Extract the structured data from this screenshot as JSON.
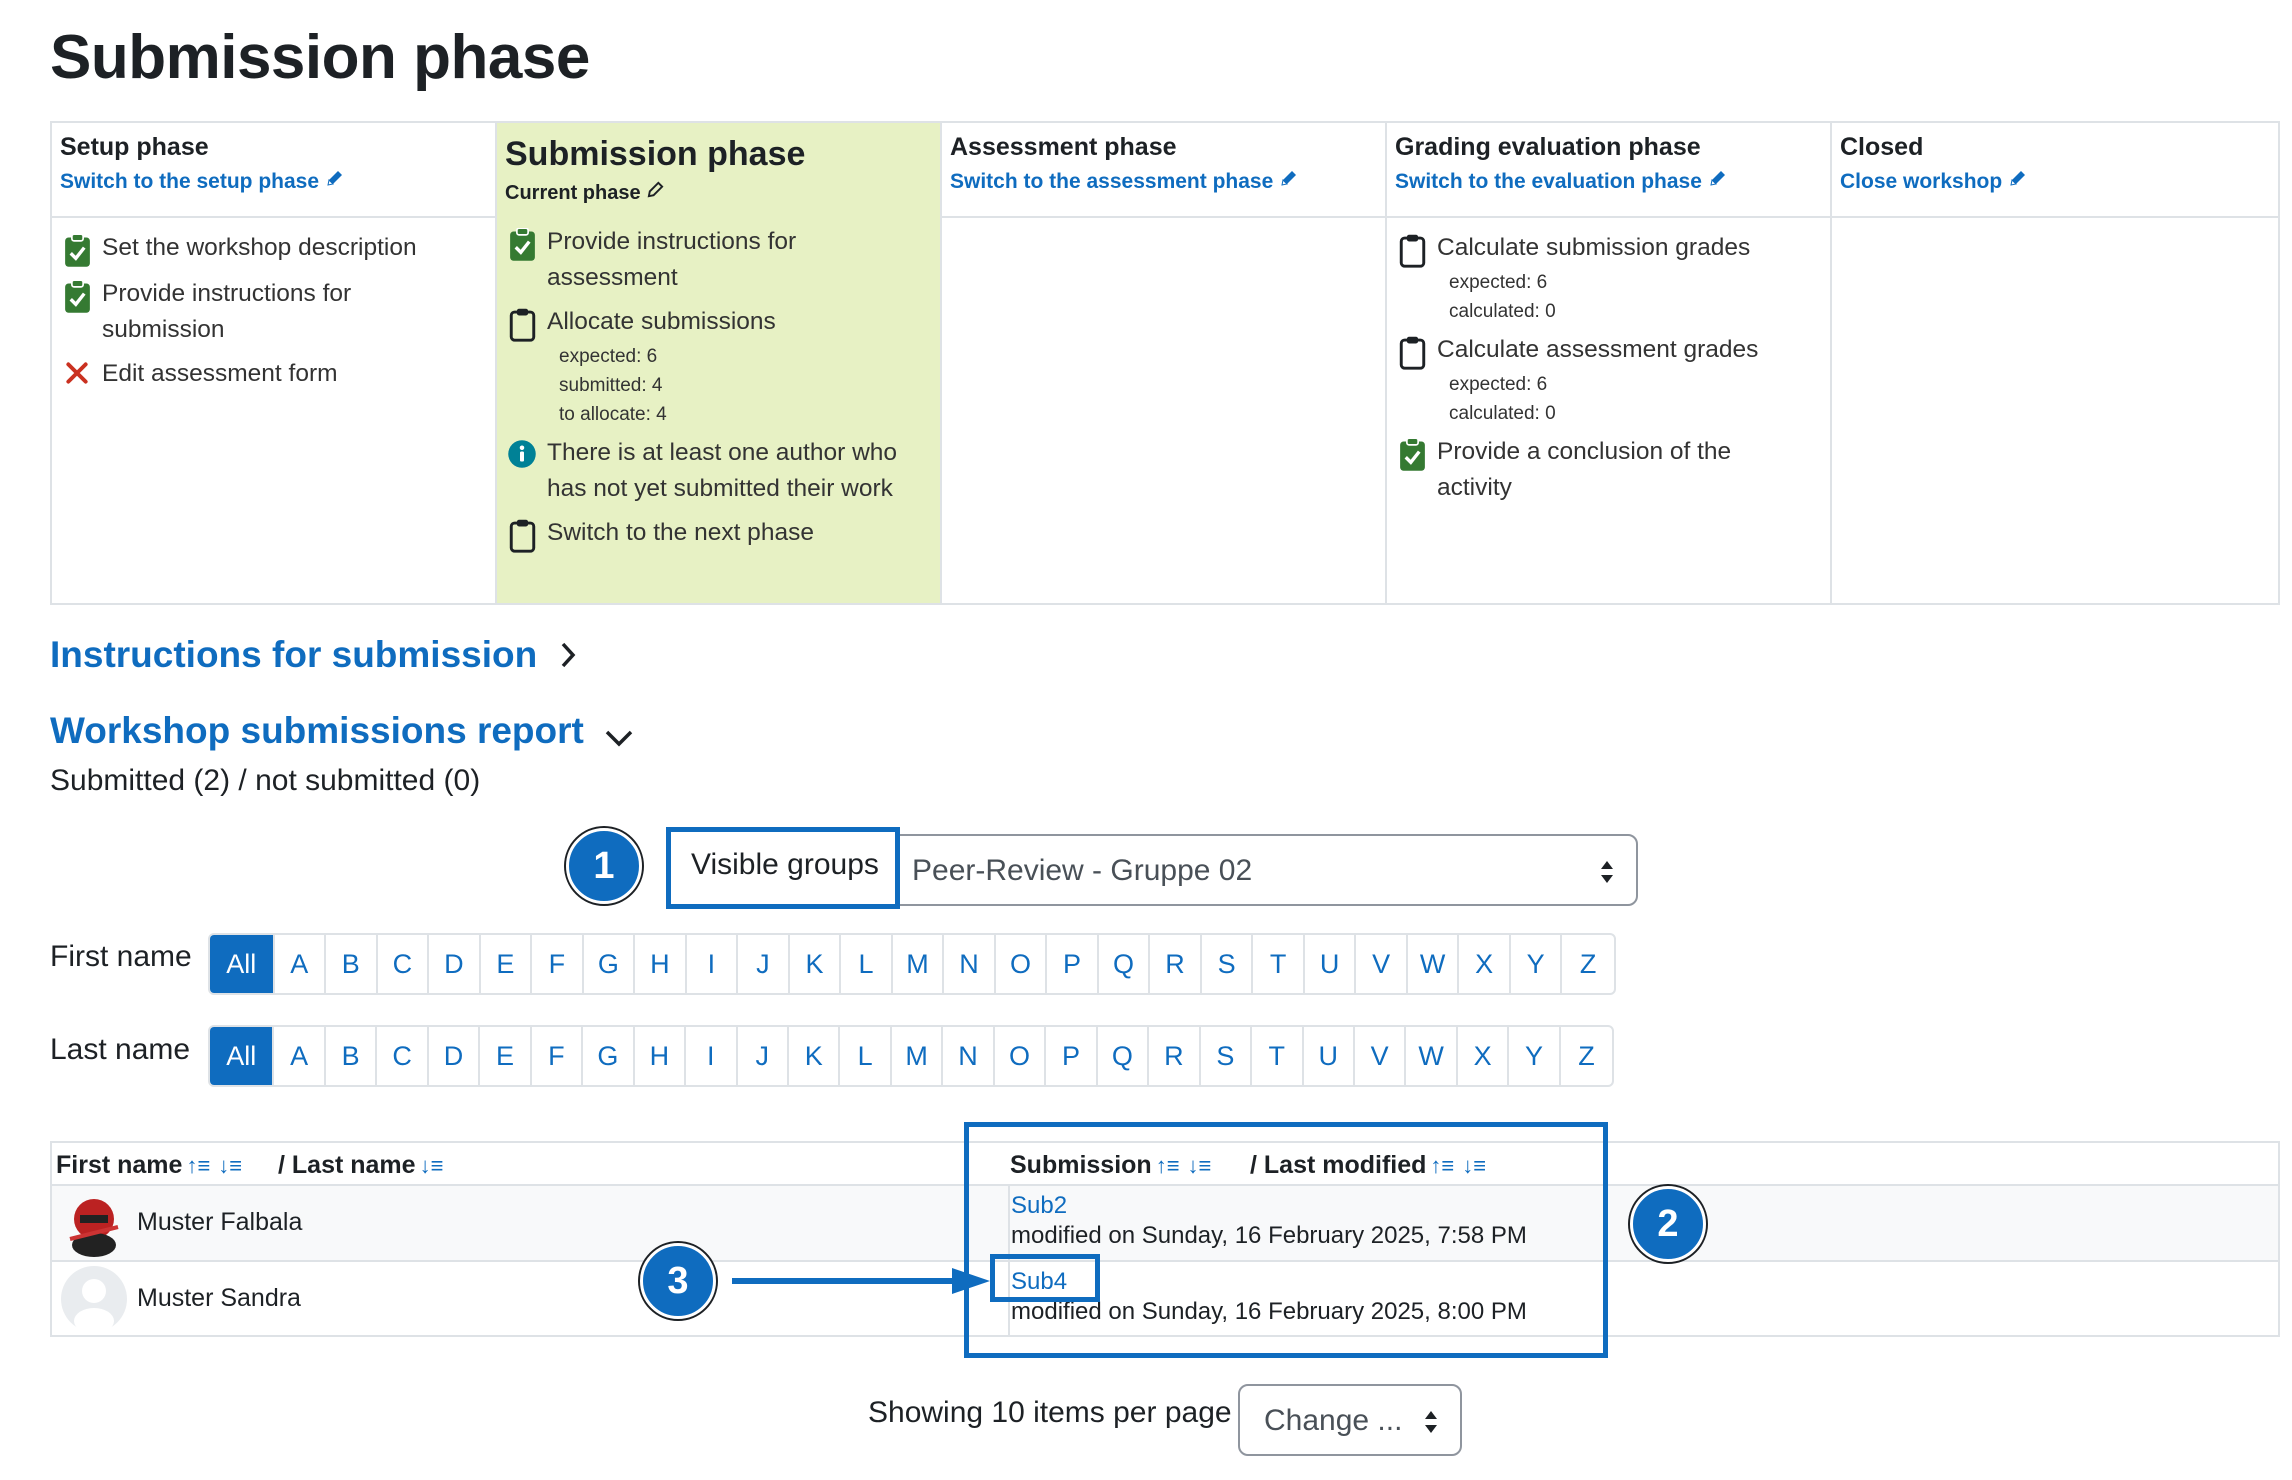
{
  "page_title": "Submission phase",
  "phases": [
    {
      "name": "Setup phase",
      "switch_label": "Switch to the setup phase"
    },
    {
      "name": "Submission phase",
      "current_label": "Current phase"
    },
    {
      "name": "Assessment phase",
      "switch_label": "Switch to the assessment phase"
    },
    {
      "name": "Grading evaluation phase",
      "switch_label": "Switch to the evaluation phase"
    },
    {
      "name": "Closed",
      "switch_label": "Close workshop"
    }
  ],
  "setup_tasks": [
    {
      "text": "Set the workshop description",
      "status": "done"
    },
    {
      "text": "Provide instructions for submission",
      "status": "done"
    },
    {
      "text": "Edit assessment form",
      "status": "fail"
    }
  ],
  "submission_tasks": [
    {
      "text": "Provide instructions for assessment",
      "status": "done"
    },
    {
      "text": "Allocate submissions",
      "status": "todo",
      "details": [
        "expected: 6",
        "submitted: 4",
        "to allocate: 4"
      ]
    },
    {
      "text": "There is at least one author who has not yet submitted their work",
      "status": "info"
    },
    {
      "text": "Switch to the next phase",
      "status": "todo"
    }
  ],
  "grading_tasks": [
    {
      "text": "Calculate submission grades",
      "status": "todo",
      "details": [
        "expected: 6",
        "calculated: 0"
      ]
    },
    {
      "text": "Calculate assessment grades",
      "status": "todo",
      "details": [
        "expected: 6",
        "calculated: 0"
      ]
    },
    {
      "text": "Provide a conclusion of the activity",
      "status": "done"
    }
  ],
  "instructions_heading": "Instructions for submission",
  "report_heading": "Workshop submissions report",
  "counts": "Submitted (2) / not submitted (0)",
  "group_filter": {
    "label": "Visible groups",
    "selected": "Peer-Review - Gruppe 02"
  },
  "first_name_label": "First name",
  "last_name_label": "Last name",
  "initials_all": "All",
  "letters": [
    "A",
    "B",
    "C",
    "D",
    "E",
    "F",
    "G",
    "H",
    "I",
    "J",
    "K",
    "L",
    "M",
    "N",
    "O",
    "P",
    "Q",
    "R",
    "S",
    "T",
    "U",
    "V",
    "W",
    "X",
    "Y",
    "Z"
  ],
  "table": {
    "col_first_name": "First name",
    "col_last_name": "/ Last name",
    "col_submission": "Submission",
    "col_last_modified": "/ Last modified",
    "rows": [
      {
        "name": "Muster Falbala",
        "submission": "Sub2",
        "modified": "modified on Sunday, 16 February 2025, 7:58 PM"
      },
      {
        "name": "Muster Sandra",
        "submission": "Sub4",
        "modified": "modified on Sunday, 16 February 2025, 8:00 PM"
      }
    ]
  },
  "callouts": [
    "1",
    "2",
    "3"
  ],
  "per_page": {
    "label": "Showing 10 items per page",
    "select": "Change ..."
  },
  "colors": {
    "accent": "#0f6cbf",
    "active_phase": "#e7f1c4",
    "success": "#357a32",
    "danger": "#ca3120",
    "info": "#008196"
  }
}
